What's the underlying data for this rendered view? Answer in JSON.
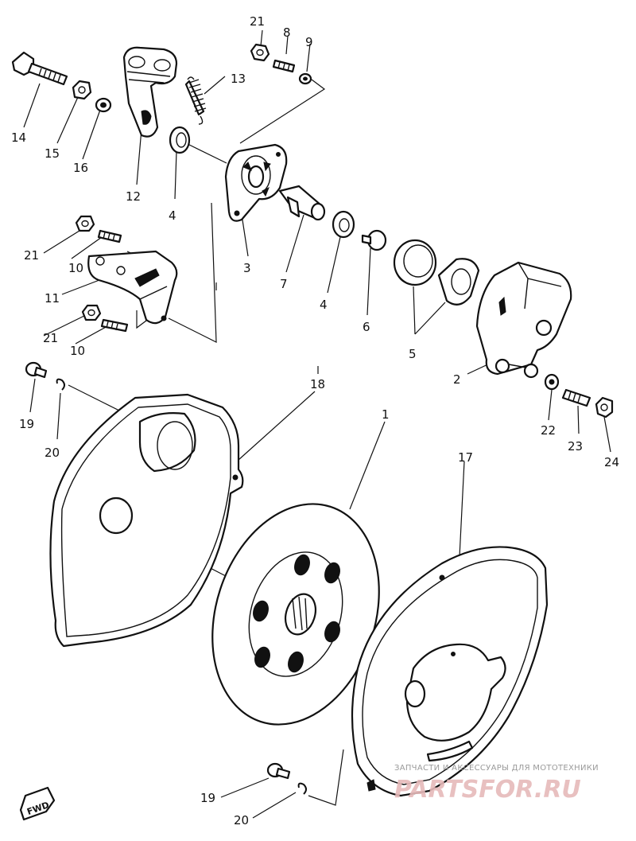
{
  "callouts": {
    "p1": "1",
    "p2": "2",
    "p3": "3",
    "p4a": "4",
    "p4b": "4",
    "p5": "5",
    "p6": "6",
    "p7": "7",
    "p8": "8",
    "p9": "9",
    "p10a": "10",
    "p10b": "10",
    "p11": "11",
    "p12": "12",
    "p13": "13",
    "p14": "14",
    "p15": "15",
    "p16": "16",
    "p17": "17",
    "p18": "18",
    "p19a": "19",
    "p19b": "19",
    "p20a": "20",
    "p20b": "20",
    "p21a": "21",
    "p21b": "21",
    "p21c": "21",
    "p22": "22",
    "p23": "23",
    "p24": "24"
  },
  "direction_marker": "FWD",
  "watermark": {
    "caption": "ЗАПЧАСТИ И АКСЕССУАРЫ ДЛЯ МОТОТЕХНИКИ",
    "brand": "PARTSFOR.RU"
  },
  "colors": {
    "ink": "#111111",
    "watermark_brand": "#e5b9b9",
    "watermark_caption": "#9a9a9a"
  }
}
